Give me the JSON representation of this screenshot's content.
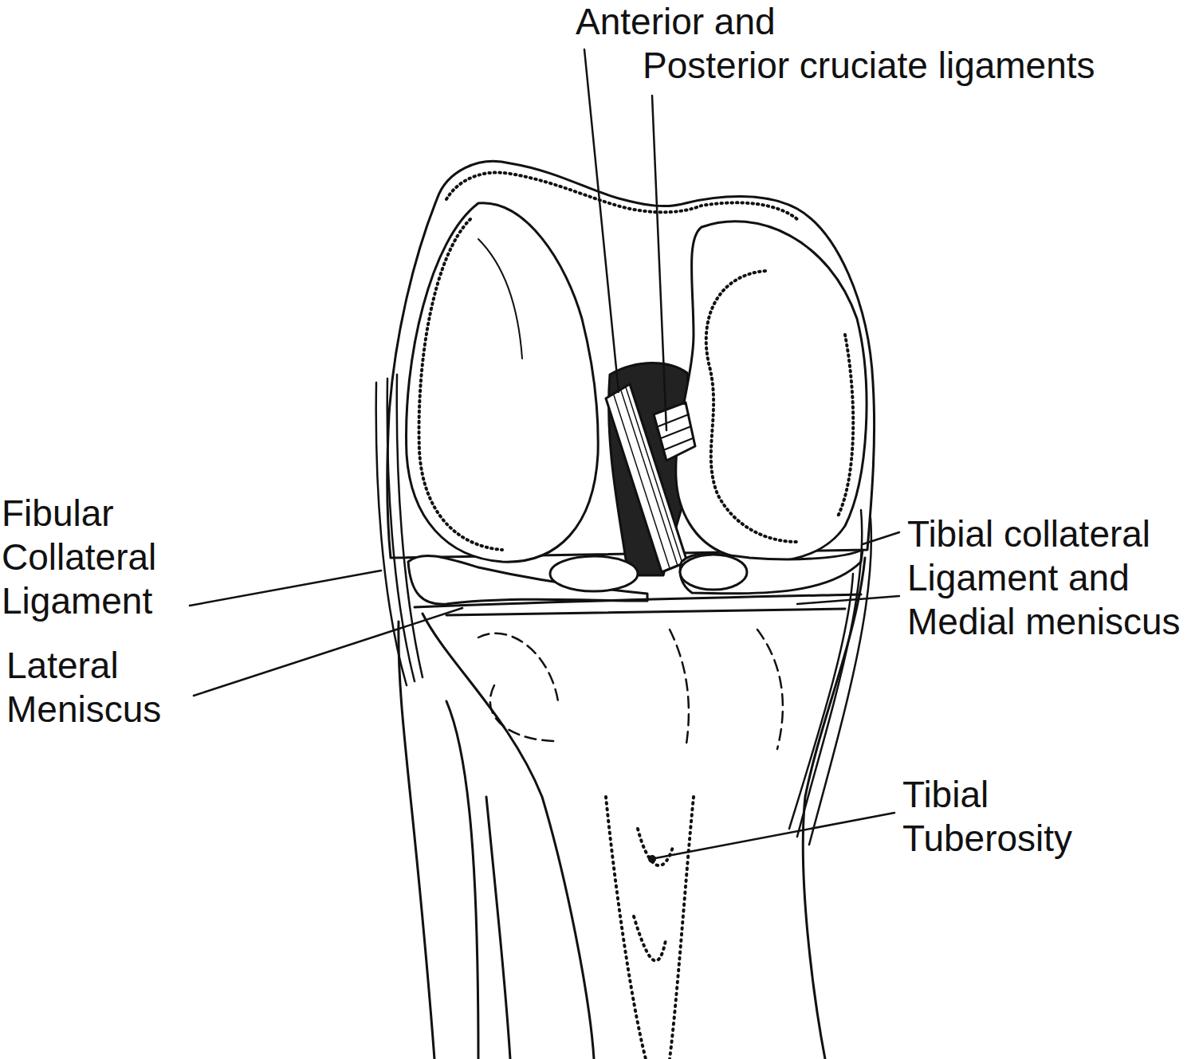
{
  "diagram": {
    "labels": [
      "Anterior and Posterior cruciate ligaments",
      "Fibular Collateral Ligament",
      "Lateral Meniscus",
      "Tibial collateral Ligament and Medial meniscus",
      "Tibial Tuberosity"
    ]
  }
}
